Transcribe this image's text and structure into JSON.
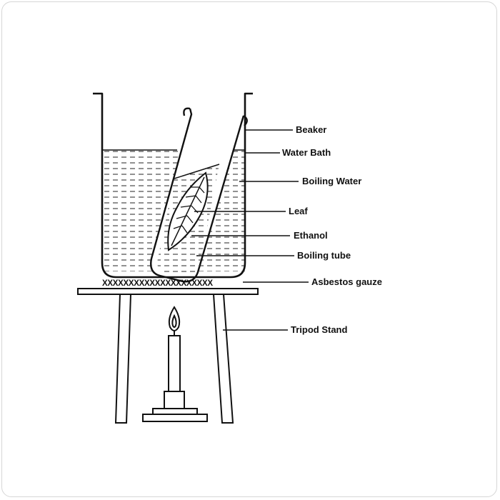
{
  "labels": {
    "beaker": "Beaker",
    "water_bath": "Water Bath",
    "boiling_water": "Boiling Water",
    "leaf": "Leaf",
    "ethanol": "Ethanol",
    "boiling_tube": "Boiling tube",
    "asbestos_gauze": "Asbestos gauze",
    "tripod_stand": "Tripod Stand"
  },
  "gauze_marks": "XXXXXXXXXXXXXXXXXXXXX",
  "colors": {
    "line": "#111111",
    "frame": "#d6d6d6",
    "background": "#ffffff"
  }
}
